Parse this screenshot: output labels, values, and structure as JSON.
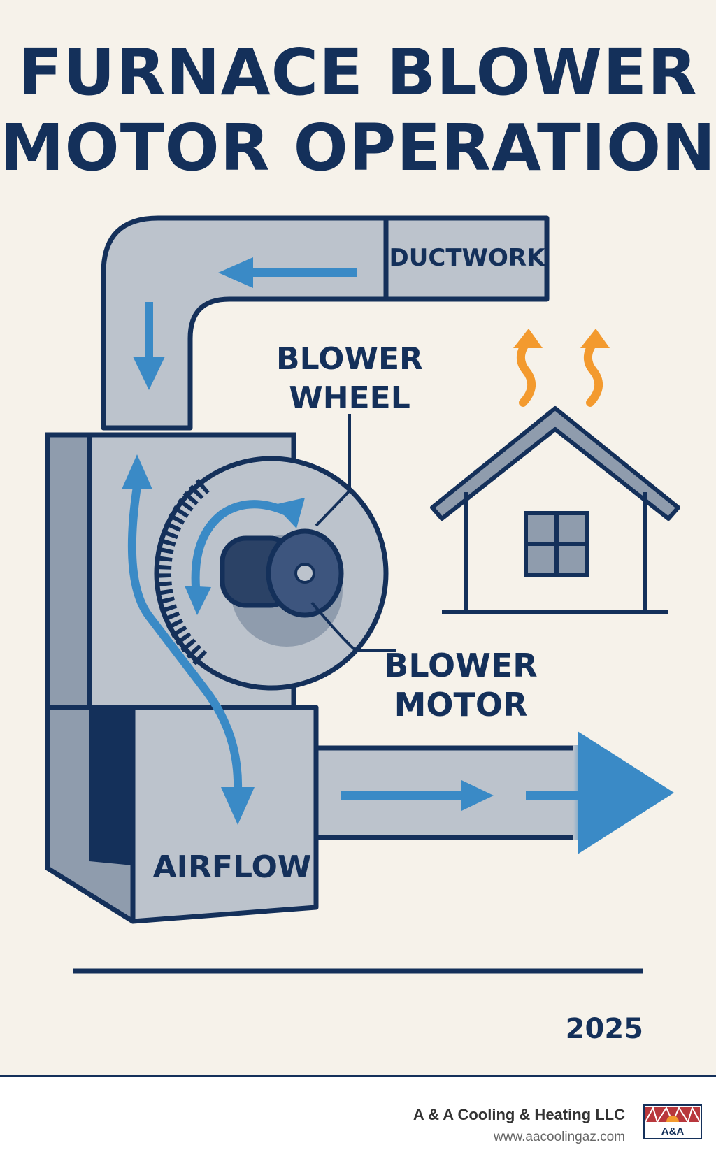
{
  "title": {
    "line1": "FURNACE BLOWER",
    "line2": "MOTOR OPERATION"
  },
  "labels": {
    "ductwork": "DUCTWORK",
    "blower_wheel_line1": "BLOWER",
    "blower_wheel_line2": "WHEEL",
    "blower_motor_line1": "BLOWER",
    "blower_motor_line2": "MOTOR",
    "airflow": "AIRFLOW"
  },
  "year": "2025",
  "footer": {
    "company": "A & A Cooling & Heating LLC",
    "website": "www.aacoolingaz.com",
    "logo_text": "A&A"
  },
  "colors": {
    "navy": "#14305a",
    "duct_gray": "#bcc3cc",
    "airflow_blue": "#3a8ac6",
    "heat_orange": "#f39a2e",
    "background": "#f6f2ea"
  },
  "icons": [
    "furnace-icon",
    "blower-wheel-icon",
    "blower-motor-icon",
    "house-icon",
    "heat-wave-icon",
    "airflow-arrow-icon",
    "logo-icon"
  ]
}
